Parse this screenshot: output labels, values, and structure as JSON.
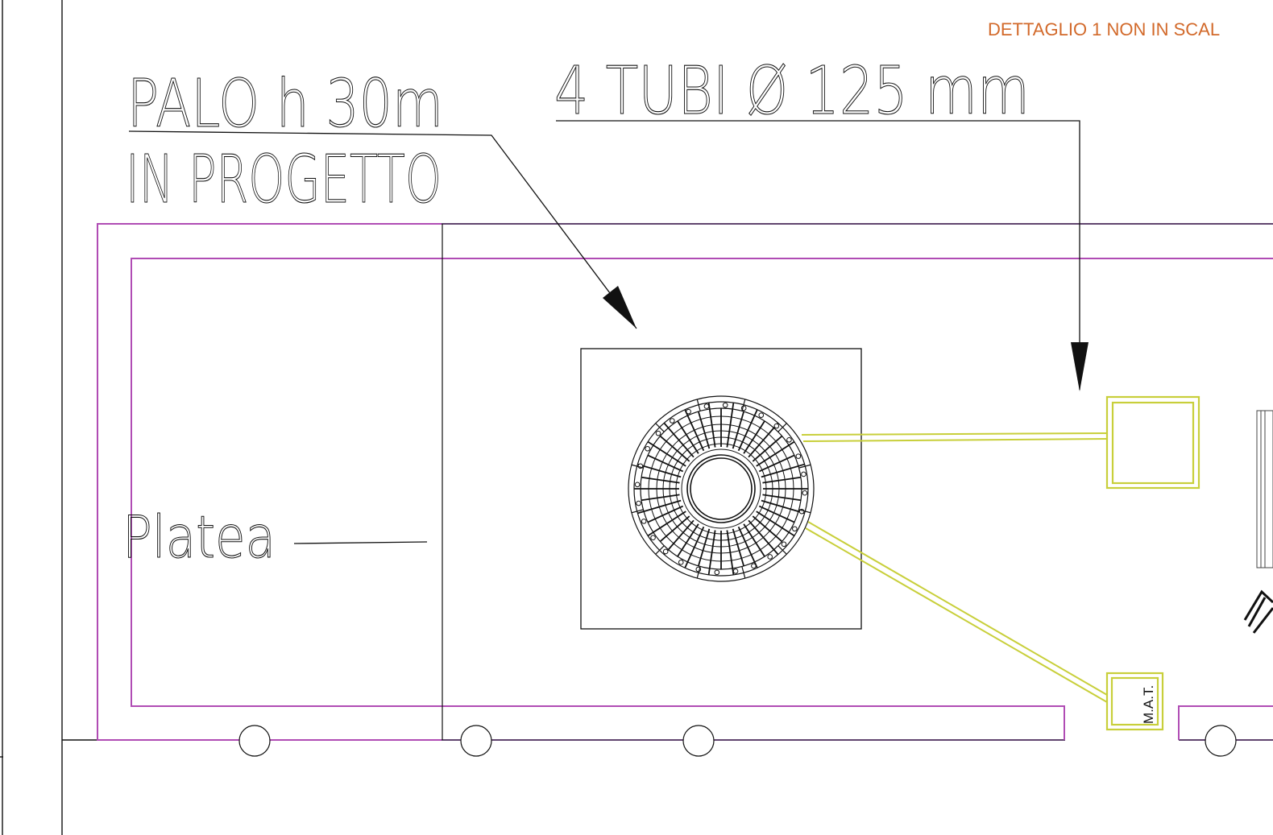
{
  "detail_title": "DETTAGLIO 1 NON IN SCAL",
  "labels": {
    "pole_line1": "PALO h 30m",
    "pole_line2": "IN PROGETTO",
    "pipes": "4 TUBI Ø 125 mm",
    "slab": "Platea",
    "mat": "M.A.T."
  },
  "colors": {
    "title": "#d2692a",
    "boundary": "#b04cb4",
    "boundary_dark": "#4a2a5a",
    "cable": "#c8cf3a",
    "line": "#111111"
  }
}
